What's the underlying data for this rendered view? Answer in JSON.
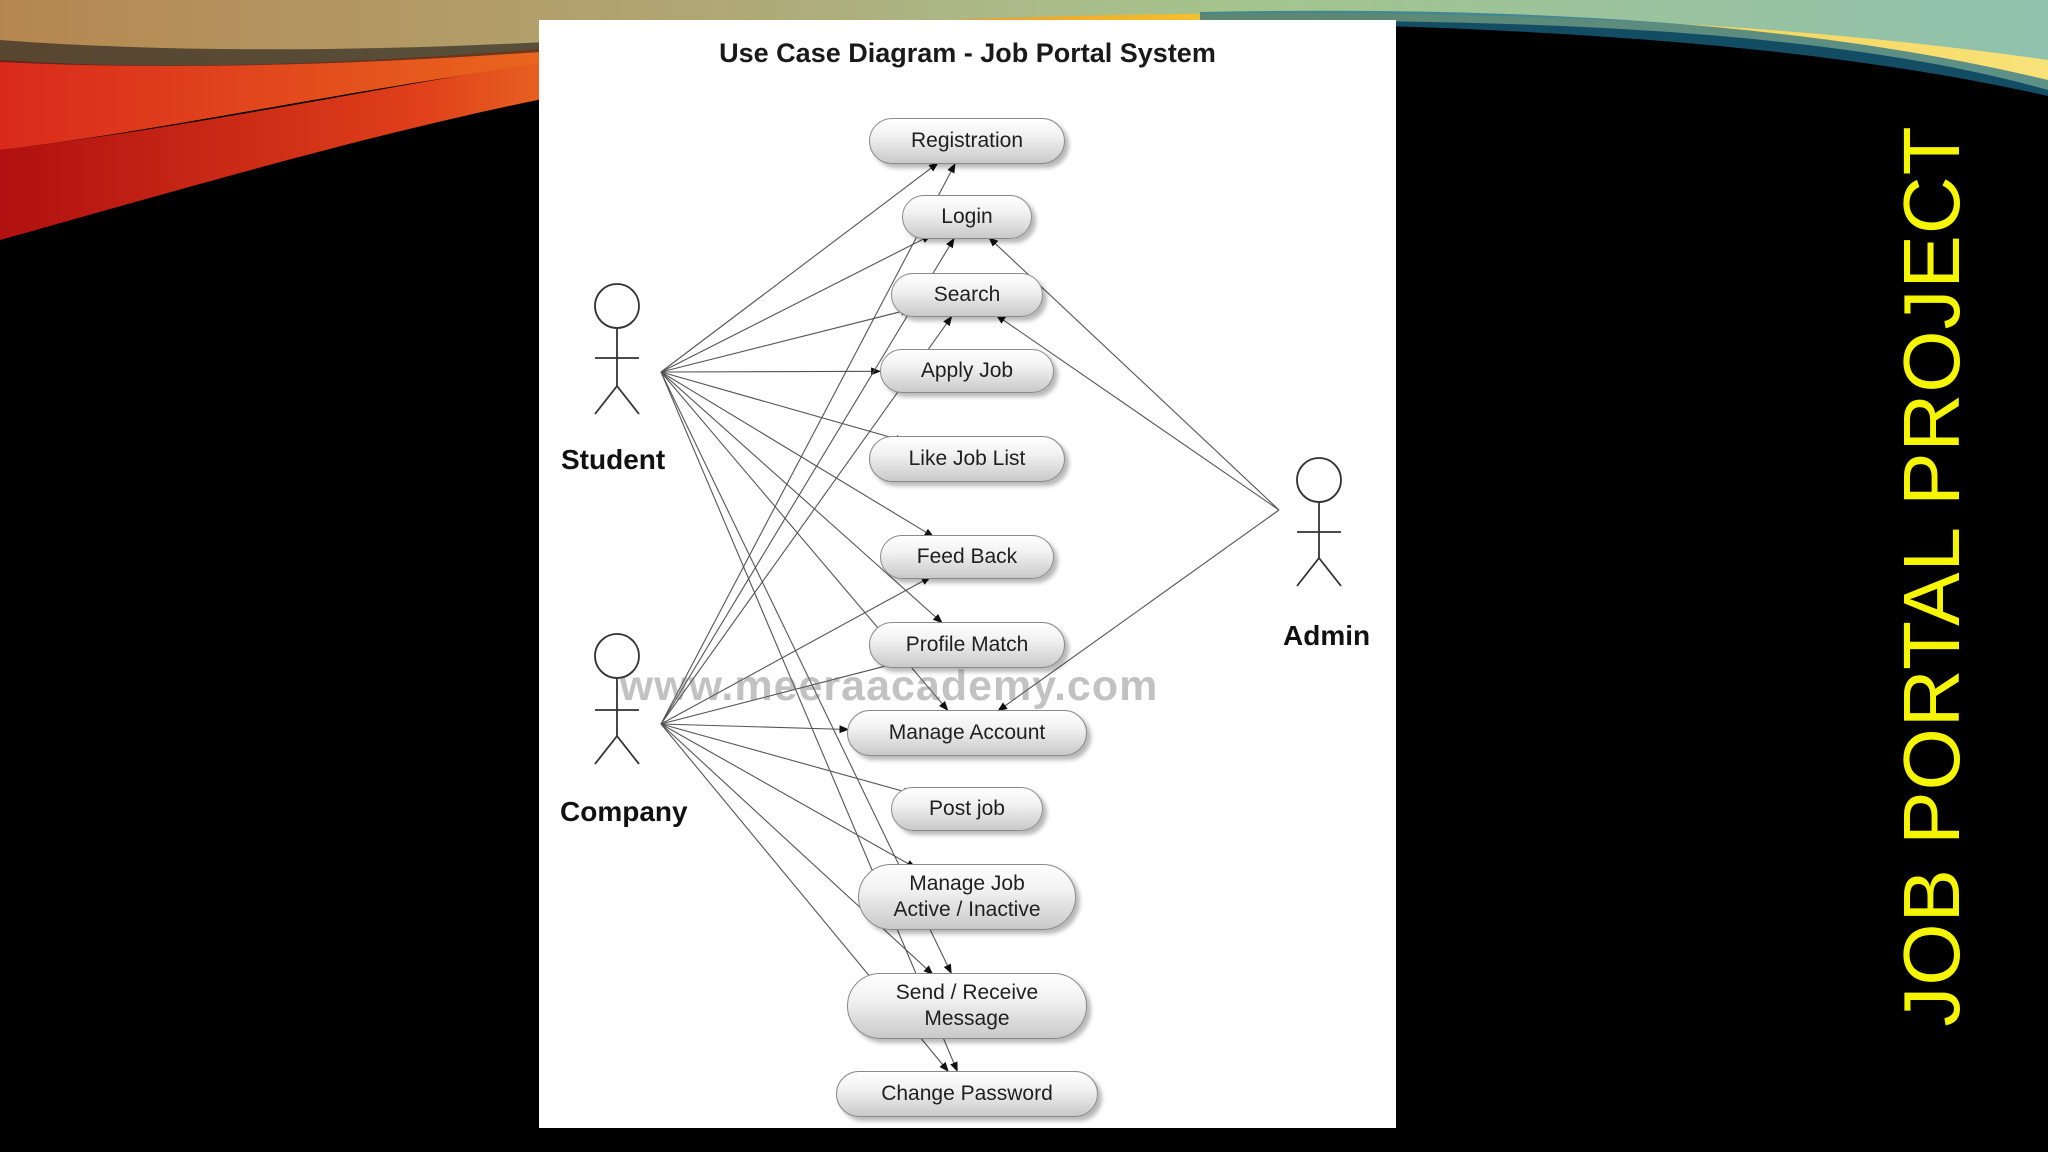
{
  "slide": {
    "title": "JOB PORTAL PROJECT",
    "title_color": "#f5f500",
    "background": "#000000"
  },
  "diagram": {
    "title": "Use Case Diagram - Job Portal System",
    "watermark": "www.meeraacademy.com",
    "actors": [
      {
        "id": "student",
        "label": "Student"
      },
      {
        "id": "company",
        "label": "Company"
      },
      {
        "id": "admin",
        "label": "Admin"
      }
    ],
    "use_cases": [
      {
        "id": "registration",
        "label": "Registration"
      },
      {
        "id": "login",
        "label": "Login"
      },
      {
        "id": "search",
        "label": "Search"
      },
      {
        "id": "apply_job",
        "label": "Apply Job"
      },
      {
        "id": "like_job_list",
        "label": "Like Job List"
      },
      {
        "id": "feed_back",
        "label": "Feed Back"
      },
      {
        "id": "profile_match",
        "label": "Profile Match"
      },
      {
        "id": "manage_account",
        "label": "Manage Account"
      },
      {
        "id": "post_job",
        "label": "Post job"
      },
      {
        "id": "manage_job_active",
        "label": "Manage Job\nActive / Inactive"
      },
      {
        "id": "send_receive_message",
        "label": "Send / Receive\nMessage"
      },
      {
        "id": "change_password",
        "label": "Change Password"
      }
    ],
    "associations": [
      {
        "from": "student",
        "to": "registration"
      },
      {
        "from": "student",
        "to": "login"
      },
      {
        "from": "student",
        "to": "search"
      },
      {
        "from": "student",
        "to": "apply_job"
      },
      {
        "from": "student",
        "to": "like_job_list"
      },
      {
        "from": "student",
        "to": "feed_back"
      },
      {
        "from": "student",
        "to": "profile_match"
      },
      {
        "from": "student",
        "to": "manage_account"
      },
      {
        "from": "student",
        "to": "send_receive_message"
      },
      {
        "from": "student",
        "to": "change_password"
      },
      {
        "from": "company",
        "to": "registration"
      },
      {
        "from": "company",
        "to": "login"
      },
      {
        "from": "company",
        "to": "search"
      },
      {
        "from": "company",
        "to": "feed_back"
      },
      {
        "from": "company",
        "to": "profile_match"
      },
      {
        "from": "company",
        "to": "manage_account"
      },
      {
        "from": "company",
        "to": "post_job"
      },
      {
        "from": "company",
        "to": "manage_job_active"
      },
      {
        "from": "company",
        "to": "send_receive_message"
      },
      {
        "from": "company",
        "to": "change_password"
      },
      {
        "from": "admin",
        "to": "login"
      },
      {
        "from": "admin",
        "to": "search"
      },
      {
        "from": "admin",
        "to": "manage_account"
      }
    ]
  }
}
